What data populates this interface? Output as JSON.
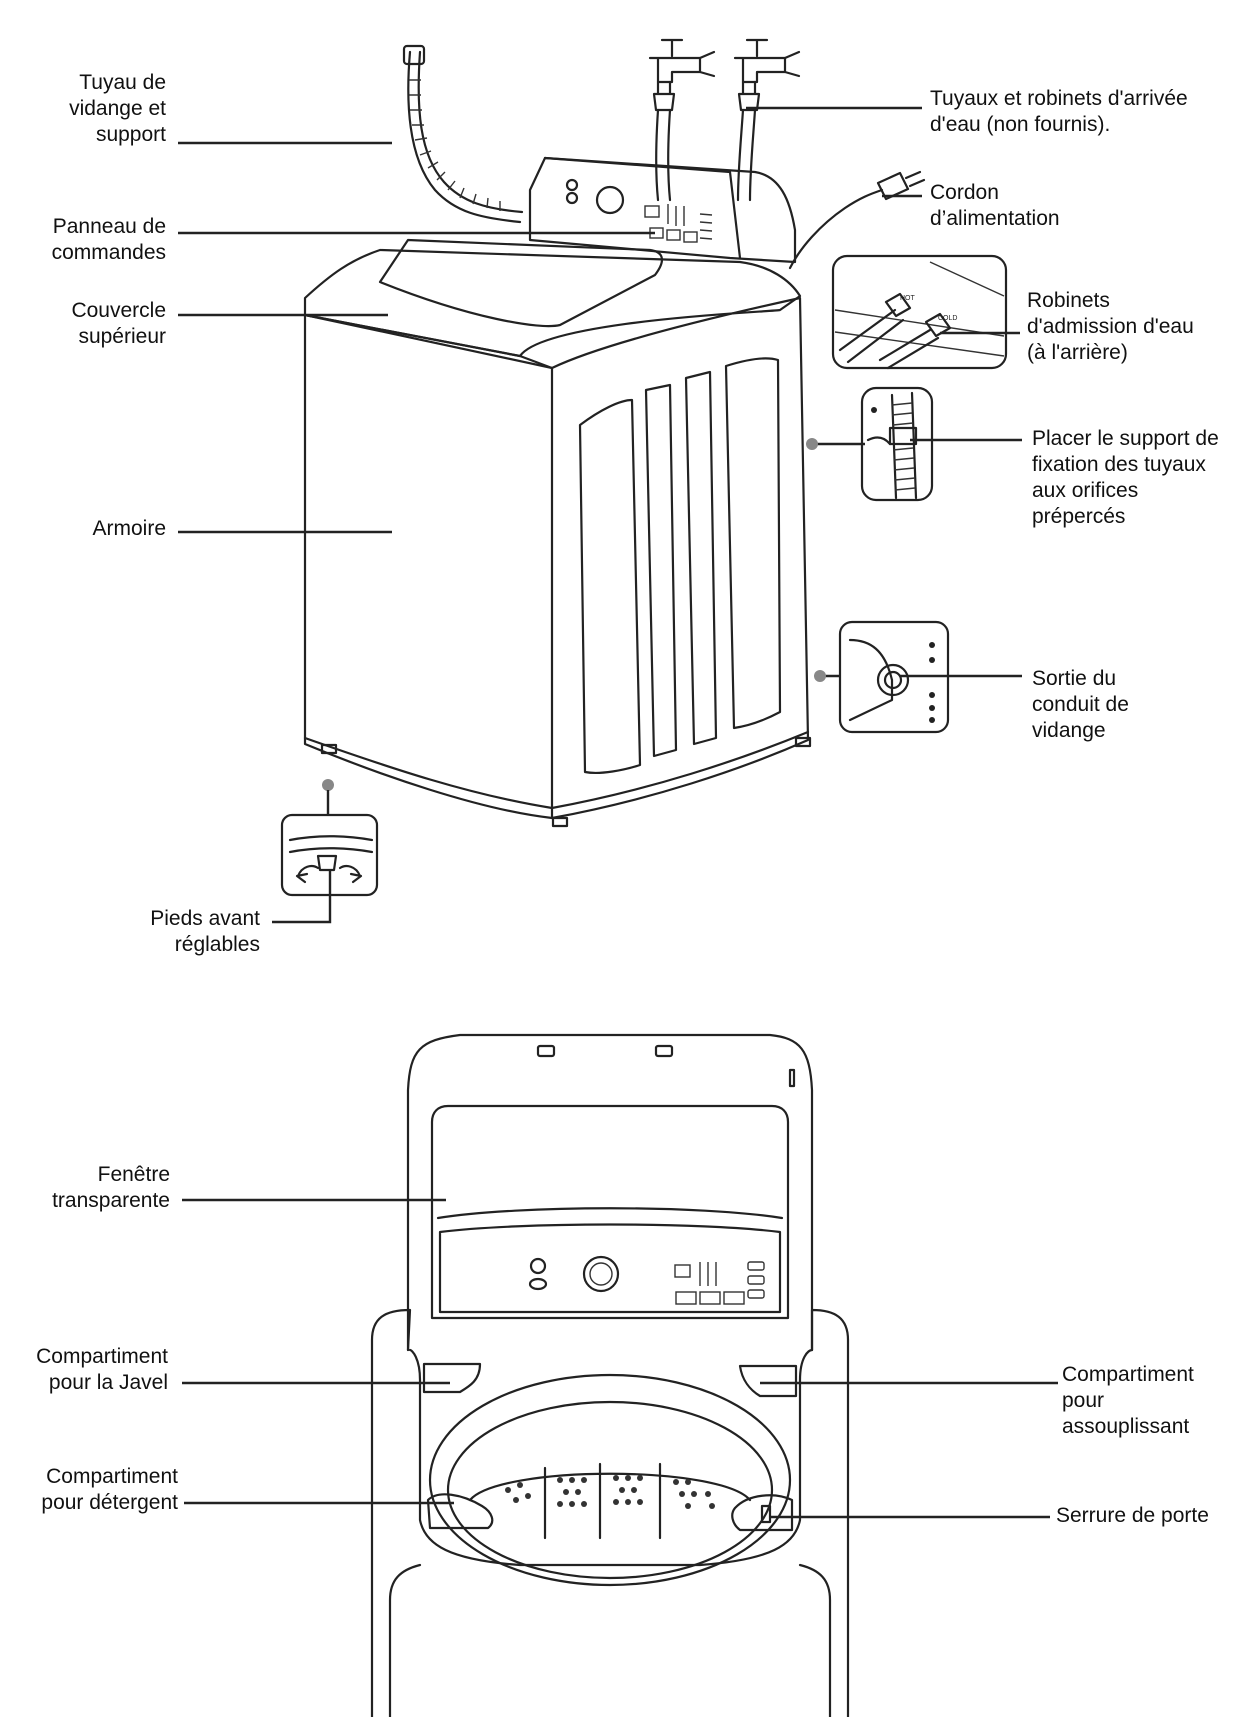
{
  "top_diagram": {
    "labels": {
      "drain_hose": "Tuyau de\nvidange et\nsupport",
      "control_panel": "Panneau de\ncommandes",
      "top_lid": "Couvercle\nsupérieur",
      "cabinet": "Armoire",
      "front_feet": "Pieds avant\nréglables",
      "water_hoses": "Tuyaux et robinets d'arrivée\nd'eau (non fournis).",
      "power_cord": "Cordon\nd’alimentation",
      "water_inlets": "Robinets\nd'admission d'eau\n(à l'arrière)",
      "hose_bracket": "Placer le support de\nfixation des tuyaux\naux orifices\nprépercés",
      "drain_outlet": "Sortie du\nconduit de\nvidange"
    },
    "inlet_tags": {
      "hot": "HOT",
      "cold": "COLD"
    }
  },
  "bottom_diagram": {
    "labels": {
      "window": "Fenêtre\ntransparente",
      "bleach": "Compartiment\npour la Javel",
      "detergent": "Compartiment\npour détergent",
      "softener": "Compartiment\npour\nassouplissant",
      "door_lock": "Serrure de porte"
    }
  }
}
